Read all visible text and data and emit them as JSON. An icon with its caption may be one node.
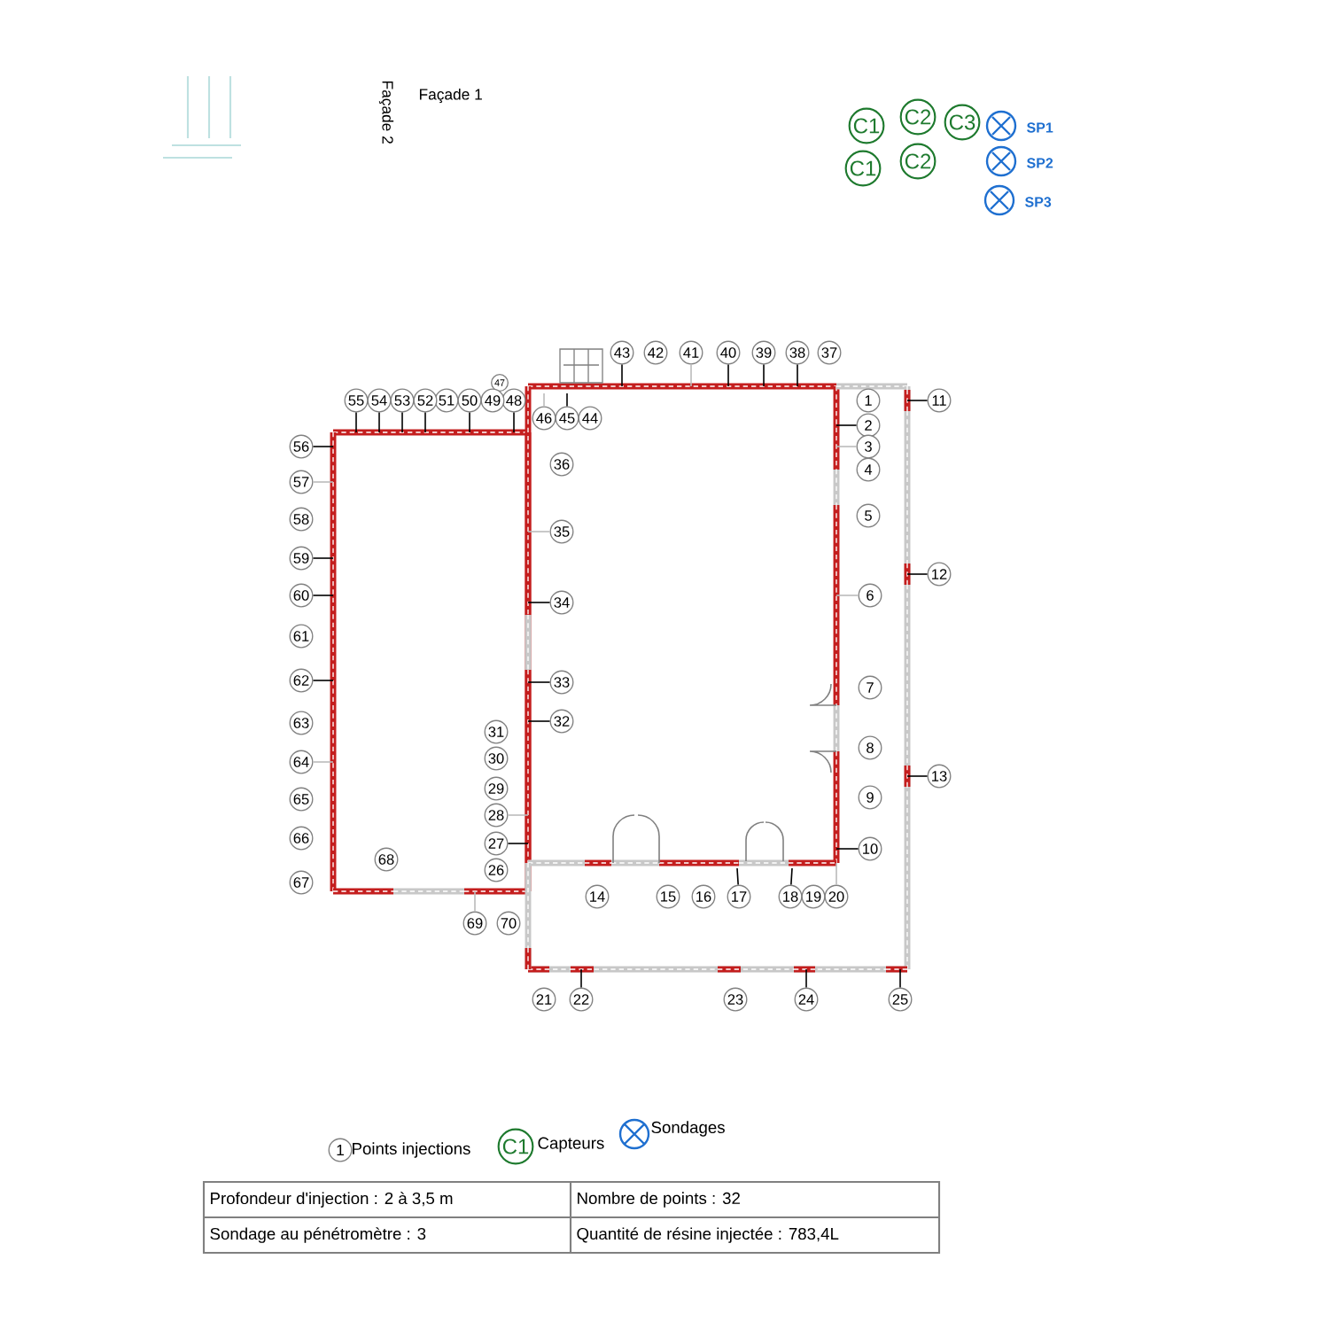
{
  "diagram": {
    "nodes": [
      {
        "text": [
          "1"
        ]
      },
      {
        "text": [
          "2"
        ]
      },
      {
        "text": [
          "3"
        ]
      },
      {
        "text": [
          "4"
        ]
      },
      {
        "text": [
          "5"
        ]
      },
      {
        "text": [
          "6"
        ]
      },
      {
        "text": [
          "7"
        ]
      },
      {
        "text": [
          "8"
        ]
      },
      {
        "text": [
          "9"
        ]
      },
      {
        "text": [
          "10"
        ]
      },
      {
        "text": [
          "11"
        ]
      },
      {
        "text": [
          "12"
        ]
      },
      {
        "text": [
          "13"
        ]
      },
      {
        "text": [
          "14"
        ]
      },
      {
        "text": [
          "15"
        ]
      },
      {
        "text": [
          "16"
        ]
      },
      {
        "text": [
          "17"
        ]
      },
      {
        "text": [
          "18"
        ]
      },
      {
        "text": [
          "19"
        ]
      },
      {
        "text": [
          "20"
        ]
      },
      {
        "text": [
          "21"
        ]
      },
      {
        "text": [
          "22"
        ]
      },
      {
        "text": [
          "23"
        ]
      },
      {
        "text": [
          "24"
        ]
      },
      {
        "text": [
          "25"
        ]
      },
      {
        "text": [
          "26"
        ]
      },
      {
        "text": [
          "27"
        ]
      },
      {
        "text": [
          "28"
        ]
      },
      {
        "text": [
          "29"
        ]
      },
      {
        "text": [
          "30"
        ]
      },
      {
        "text": [
          "31"
        ]
      },
      {
        "text": [
          "32"
        ]
      },
      {
        "text": [
          "33"
        ]
      },
      {
        "text": [
          "34"
        ]
      },
      {
        "text": [
          "35"
        ]
      },
      {
        "text": [
          "36"
        ]
      },
      {
        "text": [
          "37"
        ]
      },
      {
        "text": [
          "38"
        ]
      },
      {
        "text": [
          "39"
        ]
      },
      {
        "text": [
          "40"
        ]
      },
      {
        "text": [
          "41"
        ]
      },
      {
        "text": [
          "42"
        ]
      },
      {
        "text": [
          "43"
        ]
      },
      {
        "text": [
          "44"
        ]
      },
      {
        "text": [
          "45"
        ]
      },
      {
        "text": [
          "46"
        ]
      },
      {
        "text": [
          "47"
        ]
      },
      {
        "text": [
          "48"
        ]
      },
      {
        "text": [
          "49"
        ]
      },
      {
        "text": [
          "50"
        ]
      },
      {
        "text": [
          "51"
        ]
      },
      {
        "text": [
          "52"
        ]
      },
      {
        "text": [
          "53"
        ]
      },
      {
        "text": [
          "54"
        ]
      },
      {
        "text": [
          "55"
        ]
      },
      {
        "text": [
          "56"
        ]
      },
      {
        "text": [
          "57"
        ]
      },
      {
        "text": [
          "58"
        ]
      },
      {
        "text": [
          "59"
        ]
      },
      {
        "text": [
          "60"
        ]
      },
      {
        "text": [
          "61"
        ]
      },
      {
        "text": [
          "62"
        ]
      },
      {
        "text": [
          "63"
        ]
      },
      {
        "text": [
          "64"
        ]
      },
      {
        "text": [
          "65"
        ]
      },
      {
        "text": [
          "66"
        ]
      },
      {
        "text": [
          "67"
        ]
      },
      {
        "text": [
          "68"
        ]
      },
      {
        "text": [
          "69"
        ]
      },
      {
        "text": [
          "70"
        ]
      },
      {
        "text": [
          "C1"
        ]
      },
      {
        "text": [
          "C2"
        ]
      },
      {
        "text": [
          "C3"
        ]
      },
      {
        "text": [
          "C1"
        ]
      },
      {
        "text": [
          "C2"
        ]
      },
      {
        "text": [],
        "shape": "circle",
        "beside": [
          "SP1"
        ]
      },
      {
        "text": [],
        "shape": "circle",
        "beside": [
          "SP2"
        ]
      },
      {
        "text": [],
        "shape": "circle",
        "beside": [
          "SP3"
        ]
      }
    ],
    "edges": [
      {
        "from": 1,
        "to": null,
        "arrow": "none"
      },
      {
        "from": 2,
        "to": null,
        "arrow": "none",
        "color": "#bbbbbb"
      },
      {
        "from": 5,
        "to": null,
        "arrow": "none",
        "color": "#bbbbbb"
      },
      {
        "from": 9,
        "to": null,
        "arrow": "none"
      },
      {
        "from": 10,
        "to": null,
        "arrow": "none"
      },
      {
        "from": 11,
        "to": null,
        "arrow": "none"
      },
      {
        "from": 12,
        "to": null,
        "arrow": "none"
      },
      {
        "from": 16,
        "to": null,
        "arrow": "none"
      },
      {
        "from": 17,
        "to": null,
        "arrow": "none"
      },
      {
        "from": 19,
        "to": null,
        "arrow": "none",
        "color": "#bbbbbb"
      },
      {
        "from": 21,
        "to": null,
        "arrow": "none"
      },
      {
        "from": 23,
        "to": null,
        "arrow": "none"
      },
      {
        "from": 24,
        "to": null,
        "arrow": "none"
      },
      {
        "from": 26,
        "to": null,
        "arrow": "none"
      },
      {
        "from": 27,
        "to": null,
        "arrow": "none",
        "color": "#bbbbbb"
      },
      {
        "from": 31,
        "to": null,
        "arrow": "none"
      },
      {
        "from": 32,
        "to": null,
        "arrow": "none"
      },
      {
        "from": 33,
        "to": null,
        "arrow": "none"
      },
      {
        "from": 34,
        "to": null,
        "arrow": "none",
        "color": "#bbbbbb"
      },
      {
        "from": 37,
        "to": null,
        "arrow": "none"
      },
      {
        "from": 38,
        "to": null,
        "arrow": "none"
      },
      {
        "from": 39,
        "to": null,
        "arrow": "none"
      },
      {
        "from": 40,
        "to": null,
        "arrow": "none",
        "color": "#bbbbbb"
      },
      {
        "from": 42,
        "to": null,
        "arrow": "none"
      },
      {
        "from": 44,
        "to": null,
        "arrow": "none"
      },
      {
        "from": 45,
        "to": null,
        "arrow": "none",
        "color": "#bbbbbb"
      },
      {
        "from": 47,
        "to": null,
        "arrow": "none"
      },
      {
        "from": 49,
        "to": null,
        "arrow": "none"
      },
      {
        "from": 51,
        "to": null,
        "arrow": "none"
      },
      {
        "from": 52,
        "to": null,
        "arrow": "none"
      },
      {
        "from": 53,
        "to": null,
        "arrow": "none"
      },
      {
        "from": 54,
        "to": null,
        "arrow": "none"
      },
      {
        "from": 55,
        "to": null,
        "arrow": "none"
      },
      {
        "from": 56,
        "to": null,
        "arrow": "none",
        "color": "#bbbbbb"
      },
      {
        "from": 58,
        "to": null,
        "arrow": "none"
      },
      {
        "from": 59,
        "to": null,
        "arrow": "none"
      },
      {
        "from": 61,
        "to": null,
        "arrow": "none"
      },
      {
        "from": 63,
        "to": null,
        "arrow": "none",
        "color": "#bbbbbb"
      },
      {
        "from": 68,
        "to": null,
        "arrow": "none",
        "color": "#bbbbbb"
      }
    ],
    "labels": [
      "Façade 2",
      "Façade 1",
      "1",
      "C1",
      "Profondeur d'injection : 2 à 3,5 m",
      "Nombre de points : 32",
      "Sondage au pénétromètre : 3",
      "Quantité de résine injectée : 783,4L"
    ],
    "legend": [
      {
        "text": "Points injections"
      },
      {
        "text": "Capteurs"
      },
      {
        "text": "Sondages"
      }
    ]
  }
}
